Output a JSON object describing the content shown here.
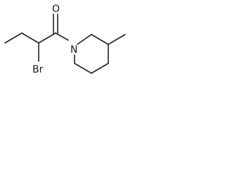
{
  "molecule": {
    "atoms": {
      "oxygen": "O",
      "nitrogen": "N",
      "bromine": "Br"
    }
  }
}
